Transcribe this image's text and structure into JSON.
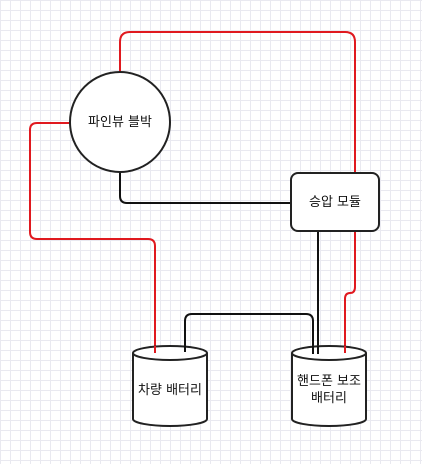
{
  "nodes": {
    "blackbox": "파인뷰 블박",
    "booster": "승압 모듈",
    "car_battery": "차량 배터리",
    "phone_battery": "핸드폰 보조\n배터리"
  },
  "colors": {
    "red_wire": "#e0191f",
    "black_wire": "#111111",
    "shape_stroke": "#222222",
    "shape_fill": "#ffffff",
    "grid": "#e9e9f0"
  }
}
